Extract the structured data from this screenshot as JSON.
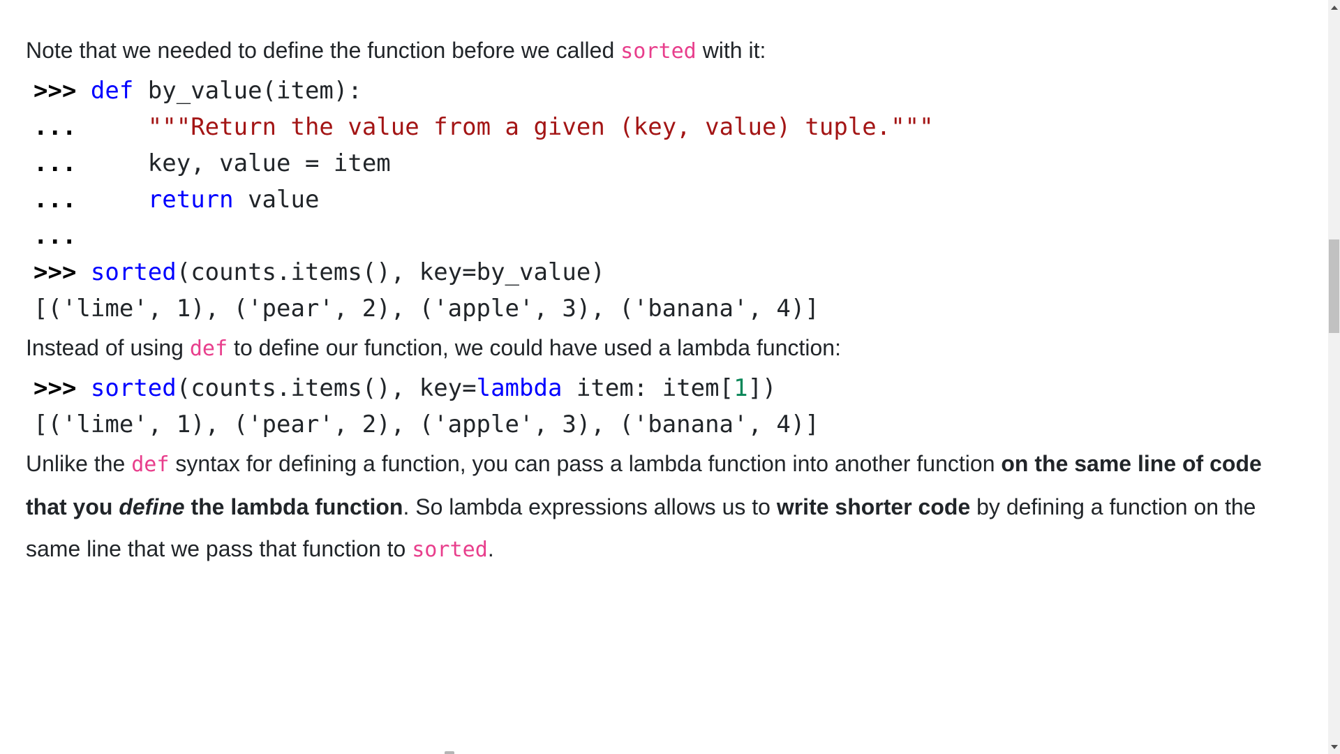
{
  "page": {
    "background": "#ffffff",
    "text_color": "#212529",
    "colors": {
      "inline_code": "#e83e8c",
      "syntax_keyword": "#0000ff",
      "syntax_string": "#a31515",
      "syntax_number": "#098658",
      "syntax_prompt": "#000000",
      "scrollbar_track": "#f1f1f1",
      "scrollbar_thumb": "#c1c1c1",
      "scrollbar_arrow": "#505050"
    },
    "icons": {
      "scrollbar_up": "triangle-up-icon",
      "scrollbar_down": "triangle-down-icon"
    }
  },
  "paragraph1": {
    "segments": [
      {
        "t": "Note that we needed to define the function before we called ",
        "c": "plain"
      },
      {
        "t": "sorted",
        "c": "code"
      },
      {
        "t": " with it:",
        "c": "plain"
      }
    ]
  },
  "code_block_1": {
    "lines": [
      {
        "tokens": [
          {
            "t": ">>>",
            "c": "prompt"
          },
          {
            "t": " ",
            "c": "plain"
          },
          {
            "t": "def",
            "c": "kw"
          },
          {
            "t": " by_value(item):",
            "c": "plain"
          }
        ]
      },
      {
        "tokens": [
          {
            "t": "...",
            "c": "prompt"
          },
          {
            "t": "     ",
            "c": "plain"
          },
          {
            "t": "\"\"\"Return the value from a given (key, value) tuple.\"\"\"",
            "c": "str"
          }
        ]
      },
      {
        "tokens": [
          {
            "t": "...",
            "c": "prompt"
          },
          {
            "t": "     key, value = item",
            "c": "plain"
          }
        ]
      },
      {
        "tokens": [
          {
            "t": "...",
            "c": "prompt"
          },
          {
            "t": "     ",
            "c": "plain"
          },
          {
            "t": "return",
            "c": "kw"
          },
          {
            "t": " value",
            "c": "plain"
          }
        ]
      },
      {
        "tokens": [
          {
            "t": "...",
            "c": "prompt"
          }
        ]
      },
      {
        "tokens": [
          {
            "t": ">>>",
            "c": "prompt"
          },
          {
            "t": " ",
            "c": "plain"
          },
          {
            "t": "sorted",
            "c": "kw"
          },
          {
            "t": "(counts.items(), key=by_value)",
            "c": "plain"
          }
        ]
      },
      {
        "tokens": [
          {
            "t": "[('lime', 1), ('pear', 2), ('apple', 3), ('banana', 4)]",
            "c": "plain"
          }
        ]
      }
    ]
  },
  "paragraph2": {
    "segments": [
      {
        "t": "Instead of using ",
        "c": "plain"
      },
      {
        "t": "def",
        "c": "code"
      },
      {
        "t": " to define our function, we could have used a lambda function:",
        "c": "plain"
      }
    ]
  },
  "code_block_2": {
    "lines": [
      {
        "tokens": [
          {
            "t": ">>>",
            "c": "prompt"
          },
          {
            "t": " ",
            "c": "plain"
          },
          {
            "t": "sorted",
            "c": "kw"
          },
          {
            "t": "(counts.items(), key=",
            "c": "plain"
          },
          {
            "t": "lambda",
            "c": "kw"
          },
          {
            "t": " item: item[",
            "c": "plain"
          },
          {
            "t": "1",
            "c": "num"
          },
          {
            "t": "])",
            "c": "plain"
          }
        ]
      },
      {
        "tokens": [
          {
            "t": "[('lime', 1), ('pear', 2), ('apple', 3), ('banana', 4)]",
            "c": "plain"
          }
        ]
      }
    ]
  },
  "paragraph3": {
    "segments": [
      {
        "t": "Unlike the ",
        "c": "plain"
      },
      {
        "t": "def",
        "c": "code"
      },
      {
        "t": " syntax for defining a function, you can pass a lambda function into another function ",
        "c": "plain"
      },
      {
        "t": "on the same line of code that you ",
        "c": "bold"
      },
      {
        "t": "define",
        "c": "bi"
      },
      {
        "t": " the lambda function",
        "c": "bold"
      },
      {
        "t": ". So lambda expressions allows us to ",
        "c": "plain"
      },
      {
        "t": "write shorter code",
        "c": "bold"
      },
      {
        "t": " by defining a function on the same line that we pass that function to ",
        "c": "plain"
      },
      {
        "t": "sorted",
        "c": "code"
      },
      {
        "t": ".",
        "c": "plain"
      }
    ]
  }
}
